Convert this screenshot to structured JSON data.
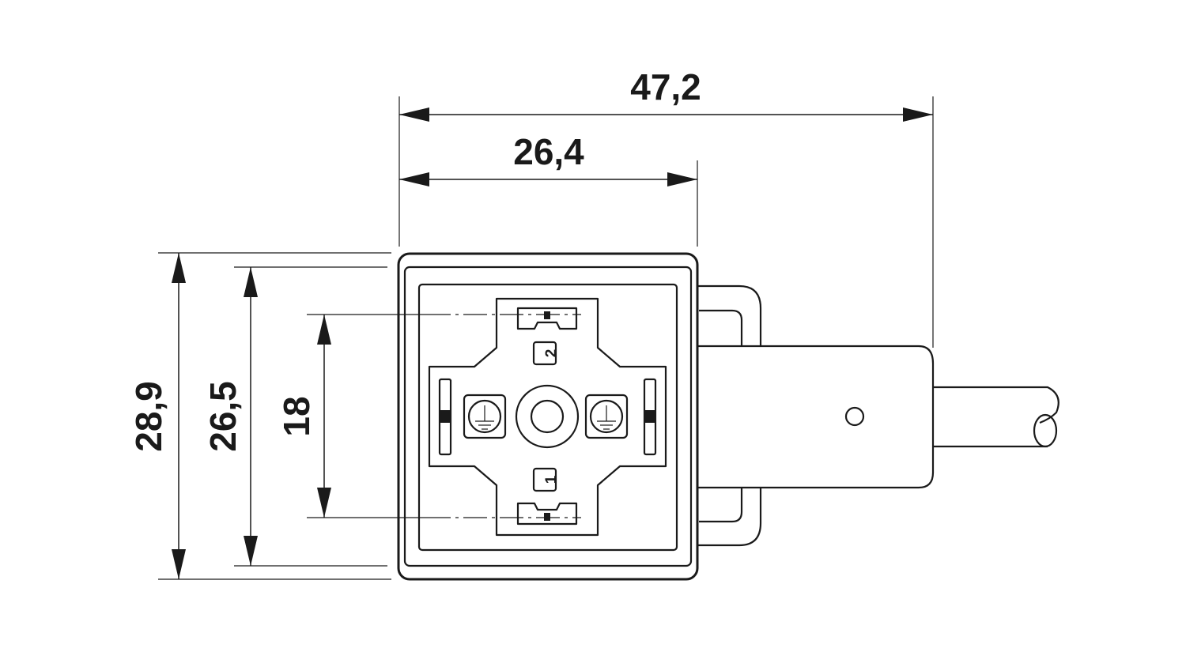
{
  "dimensions": {
    "overall_length": "47,2",
    "housing_width": "26,4",
    "overall_height": "28,9",
    "housing_height": "26,5",
    "pin_spacing": "18"
  },
  "pins": {
    "top_label": "2",
    "bottom_label": "1"
  }
}
